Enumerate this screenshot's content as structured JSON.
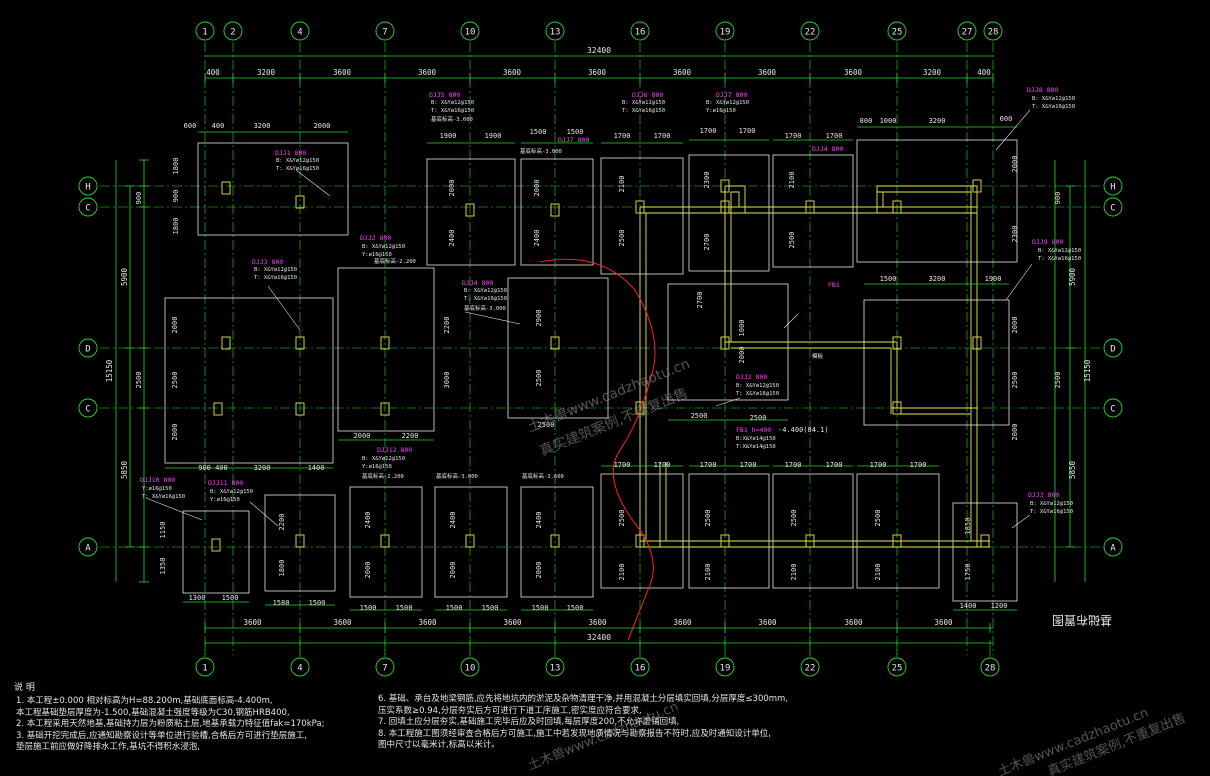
{
  "drawing": {
    "title": "基础布置图",
    "colors": {
      "background": "#000000",
      "grid": "#22dd22",
      "outline": "#e6e6e6",
      "beam": "#e8e84a",
      "label": "#ff3cff",
      "cut": "#ff2020"
    },
    "axes_x": [
      "1",
      "2",
      "4",
      "7",
      "10",
      "13",
      "16",
      "19",
      "22",
      "25",
      "27",
      "28"
    ],
    "axes_x_bottom": [
      "1",
      "4",
      "7",
      "10",
      "13",
      "16",
      "19",
      "22",
      "25",
      "28"
    ],
    "axes_y": [
      "H",
      "C",
      "D",
      "C",
      "A"
    ],
    "total_dim": "32400",
    "top_dims": [
      "400",
      "3200",
      "3600",
      "3600",
      "3600",
      "3600",
      "3600",
      "3600",
      "3200",
      "400"
    ],
    "bottom_dims": [
      "3600",
      "3600",
      "3600",
      "3600",
      "3600",
      "3600",
      "3600",
      "3600",
      "3600"
    ],
    "left_dims_outer": [
      "5900",
      "5850"
    ],
    "left_dims_outer_total": "15150",
    "left_dims_inner": [
      "900",
      "900",
      "2500"
    ],
    "right_dims_outer": [
      "5900",
      "5850"
    ],
    "right_dims_outer_total": "15150",
    "right_dims_inner": [
      "900",
      "900",
      "2500"
    ],
    "footing_labels": [
      "DJJ1 800",
      "DJJ2 800",
      "DJJ3 800",
      "DJJ4 800",
      "DJJ5 800",
      "DJJ6 800",
      "DJJ7 800",
      "DJJ8 800",
      "DJJ9 800",
      "DJJ10 800",
      "DJJ11 800",
      "DJJ12 800"
    ],
    "rebar_notes": [
      "B: X&Yø12@150",
      "T: X&Yø16@150",
      "Y:ø16@150",
      "基底标高-3.000",
      "基底标高-2.200",
      "基底标高-3.600"
    ],
    "inner_dims": [
      "600",
      "400",
      "3200",
      "2000",
      "1900",
      "1900",
      "1500",
      "1500",
      "1700",
      "1700",
      "1700",
      "1700",
      "1700",
      "1700",
      "800",
      "1000",
      "3200",
      "600",
      "1800",
      "900",
      "2000",
      "2500",
      "2000",
      "900 400",
      "3200",
      "1400",
      "2100",
      "2400",
      "2700",
      "2300",
      "2500",
      "3000",
      "2900",
      "2000",
      "2200",
      "2500",
      "2500",
      "1500",
      "3200",
      "1900",
      "1300",
      "1500",
      "1580",
      "1500",
      "1500",
      "1500",
      "1500",
      "1500",
      "1500",
      "1400",
      "1200",
      "1850",
      "1750",
      "1150",
      "1350",
      "2200",
      "1800",
      "2400",
      "2000",
      "2100"
    ],
    "annotations": [
      "-4.400(84.1)",
      "FB1",
      "模板",
      "FB1 h=400",
      "B:X&Yø14@150",
      "T:X&Yø14@150"
    ],
    "notes_title": "说 明",
    "notes_left": [
      "1. 本工程±0.000 相对标高为H=88.200m,基础底面标高-4.400m,",
      "   本工程基础垫层厚度为-1.500,基础混凝土强度等级为C30,钢筋HRB400,",
      "2. 本工程采用天然地基,基础持力层为粉质粘土层,地基承载力特征值fak=170kPa;",
      "3. 基础开挖完成后,应通知勘察设计等单位进行验槽,合格后方可进行垫层施工,",
      "   垫层施工前应做好降排水工作,基坑不得积水浸泡,"
    ],
    "notes_right": [
      "6. 基础、承台及地梁钢筋,应先将地坑内的淤泥及杂物清理干净,并用混凝土分层填实回填,分层厚度≤300mm,",
      "   压实系数≥0.94,分层夯实后方可进行下道工序施工,密实度应符合要求,",
      "7. 回填土应分层夯实,基础施工完毕后应及时回填,每层厚度200,不允许虚铺回填,",
      "8. 本工程施工图须经审查合格后方可施工,施工中若发现地质情况与勘察报告不符时,应及时通知设计单位,",
      "   图中尺寸以毫米计,标高以米计。"
    ],
    "watermark_1": "土木兽www.cadzhaotu.cn",
    "watermark_2": "真实建筑案例,不重复出售",
    "watermark_3": "土木兽www.cadzhaotu.cn",
    "watermark_4": "真实建筑案例,不重复出售"
  }
}
